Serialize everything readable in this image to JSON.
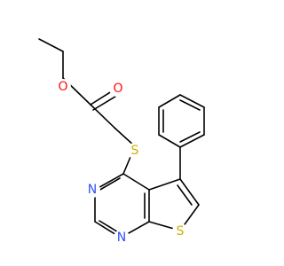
{
  "molecule": {
    "atoms": [
      {
        "id": "O_ester",
        "symbol": "O"
      },
      {
        "id": "O_carbonyl",
        "symbol": "O"
      },
      {
        "id": "S_thioether",
        "symbol": "S"
      },
      {
        "id": "N_upper",
        "symbol": "N"
      },
      {
        "id": "N_lower",
        "symbol": "N"
      },
      {
        "id": "S_thiophene",
        "symbol": "S"
      }
    ],
    "colors": {
      "oxygen": "#ff0d0d",
      "nitrogen": "#3050f8",
      "sulfur": "#c8b400",
      "bond": "#000000"
    }
  }
}
